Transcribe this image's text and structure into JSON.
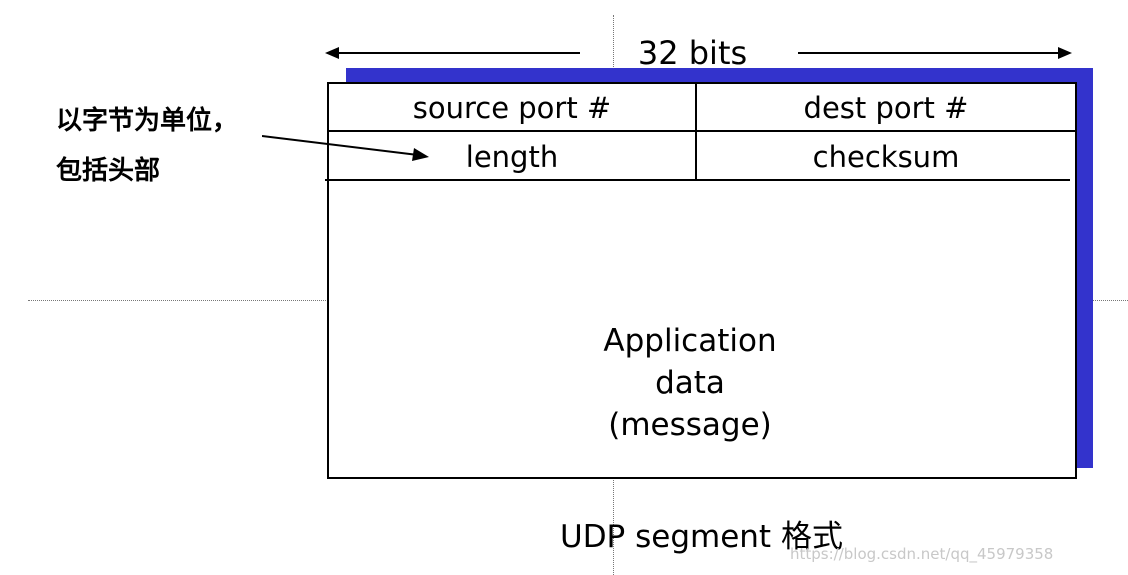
{
  "width_label": "32 bits",
  "header_fields": {
    "source_port": "source port #",
    "dest_port": "dest port #",
    "length": "length",
    "checksum": "checksum"
  },
  "payload": {
    "line1": "Application",
    "line2": "data",
    "line3": "(message)"
  },
  "annotation": {
    "line1": "以字节为单位，",
    "line2": "包括头部"
  },
  "caption": {
    "text": "UDP segment",
    "suffix": "格式"
  },
  "watermark": "https://blog.csdn.net/qq_45979358",
  "colors": {
    "shadow": "#3333cc",
    "line": "#000000"
  }
}
